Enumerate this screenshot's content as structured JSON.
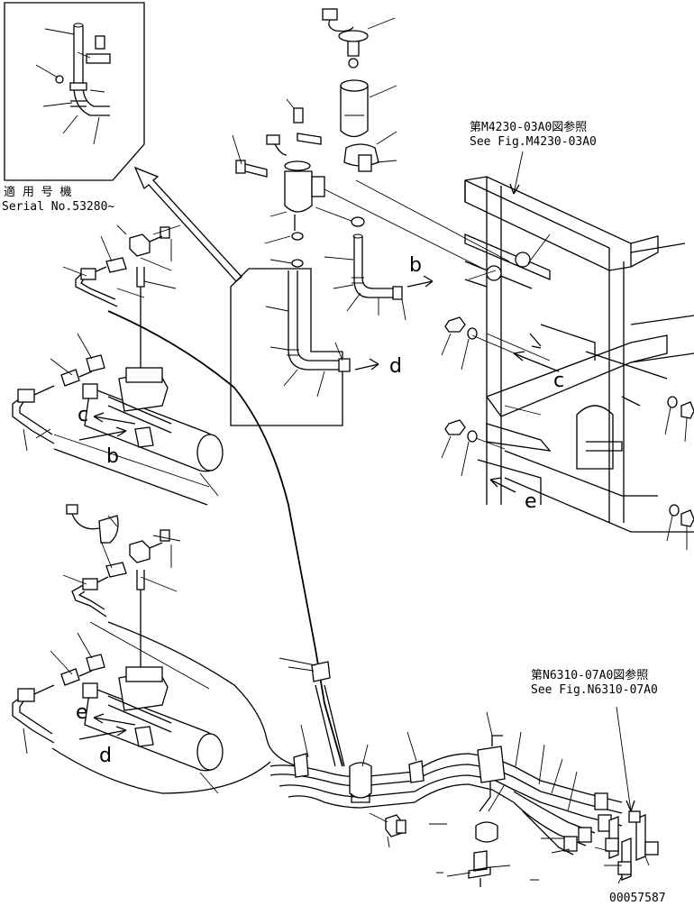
{
  "inset": {
    "label_jp": "適 用 号 機",
    "label_serial": "Serial No.53280~"
  },
  "refs": {
    "upper_jp": "第M4230-03A0図参照",
    "upper_en": "See Fig.M4230-03A0",
    "lower_jp": "第N6310-07A0図参照",
    "lower_en": "See Fig.N6310-07A0"
  },
  "arrow_labels": {
    "b_upper": "b",
    "d_upper": "d",
    "c_frame": "c",
    "e_frame": "e",
    "c_left": "c",
    "b_left": "b",
    "e_left": "e",
    "d_left": "d"
  },
  "drawing_number": "00057587"
}
